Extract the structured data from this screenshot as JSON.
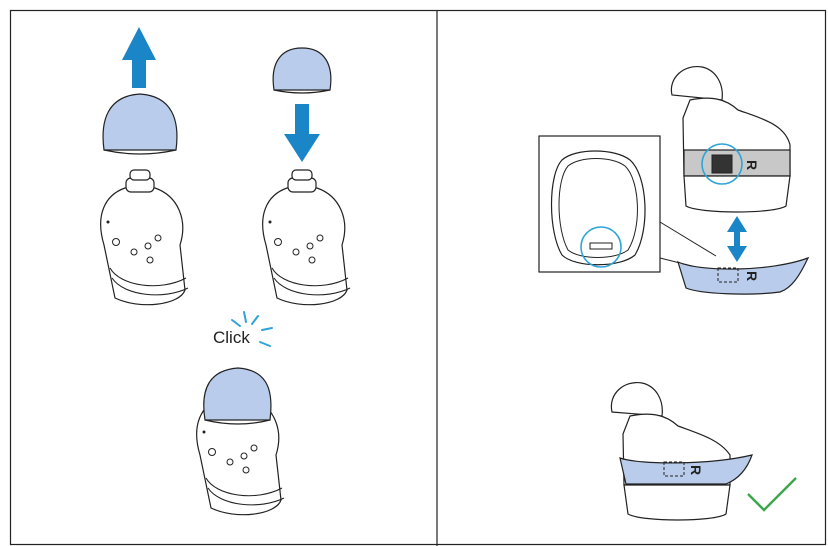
{
  "panels": {
    "left": {
      "click_label": "Click"
    },
    "right": {
      "side_marker_top": "R",
      "side_marker_ring": "R",
      "side_marker_fitted": "R"
    }
  },
  "colors": {
    "ear_tip_blue": "#b9cceb",
    "arrow_blue": "#1a86c8",
    "callout_circle": "#2ea4d8",
    "checkmark_green": "#3aa64a",
    "outline": "#222222",
    "sleeve_gray": "#c8c8c8"
  },
  "icons": {
    "arrow_up": "arrow-up-icon",
    "arrow_down": "arrow-down-icon",
    "double_arrow": "double-arrow-icon",
    "checkmark": "checkmark-icon"
  }
}
